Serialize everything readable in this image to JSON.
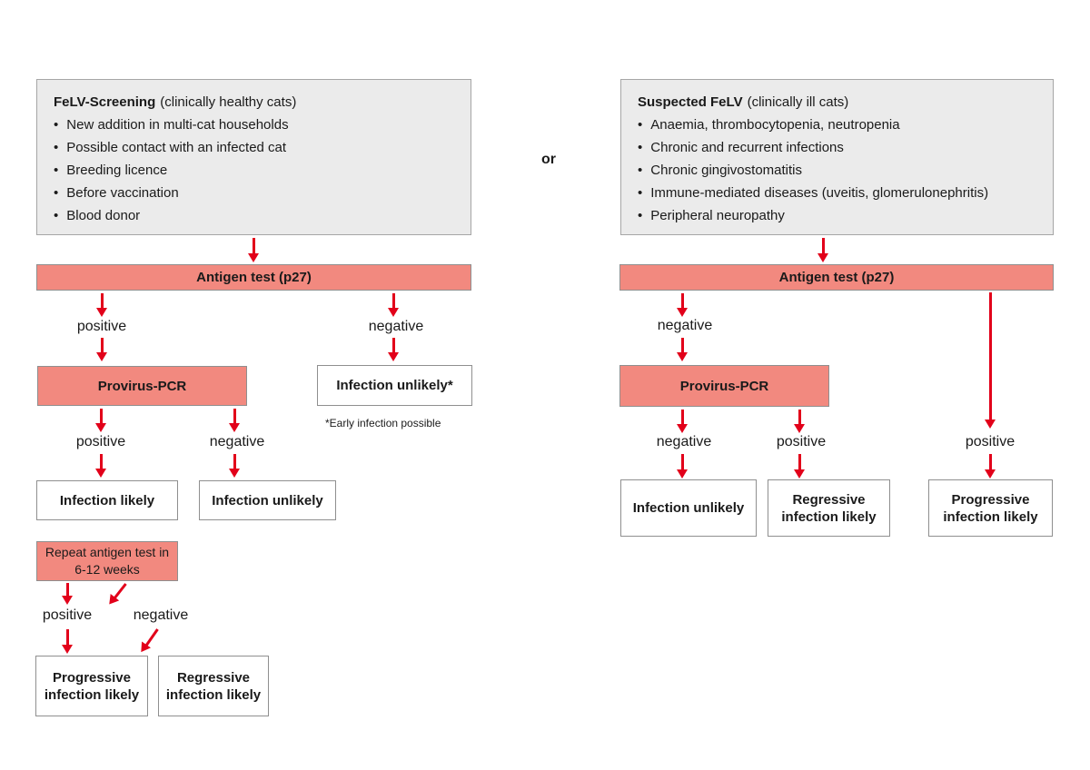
{
  "colors": {
    "node_fill": "#f2897f",
    "header_fill": "#ebebeb",
    "arrow_red": "#e2001a",
    "box_border": "#8f8f8f",
    "header_border": "#a6a6a6",
    "text": "#1a1a1a"
  },
  "or_label": "or",
  "left": {
    "header_title": "FeLV-Screening",
    "header_subtitle": "(clinically healthy cats)",
    "bullets": [
      "New addition in multi-cat households",
      "Possible contact with an infected cat",
      "Breeding licence",
      "Before vaccination",
      "Blood donor"
    ],
    "antigen_test": "Antigen test (p27)",
    "antigen_positive": "positive",
    "antigen_negative": "negative",
    "provirus_pcr": "Provirus-PCR",
    "infection_unlikely_star": "Infection unlikely*",
    "footnote": "*Early infection possible",
    "pcr_positive": "positive",
    "pcr_negative": "negative",
    "infection_likely": "Infection likely",
    "infection_unlikely": "Infection unlikely",
    "repeat_test": "Repeat antigen test in 6-12 weeks",
    "repeat_positive": "positive",
    "repeat_negative": "negative",
    "progressive": "Progressive infection likely",
    "regressive": "Regressive infection likely"
  },
  "right": {
    "header_title": "Suspected FeLV",
    "header_subtitle": "(clinically ill cats)",
    "bullets": [
      "Anaemia, thrombocytopenia, neutropenia",
      "Chronic and recurrent infections",
      "Chronic gingivostomatitis",
      "Immune-mediated diseases (uveitis, glomerulonephritis)",
      "Peripheral neuropathy"
    ],
    "antigen_test": "Antigen test (p27)",
    "antigen_negative": "negative",
    "antigen_positive": "positive",
    "provirus_pcr": "Provirus-PCR",
    "pcr_negative": "negative",
    "pcr_positive": "positive",
    "infection_unlikely": "Infection unlikely",
    "regressive": "Regressive infection likely",
    "progressive": "Progressive infection likely"
  }
}
